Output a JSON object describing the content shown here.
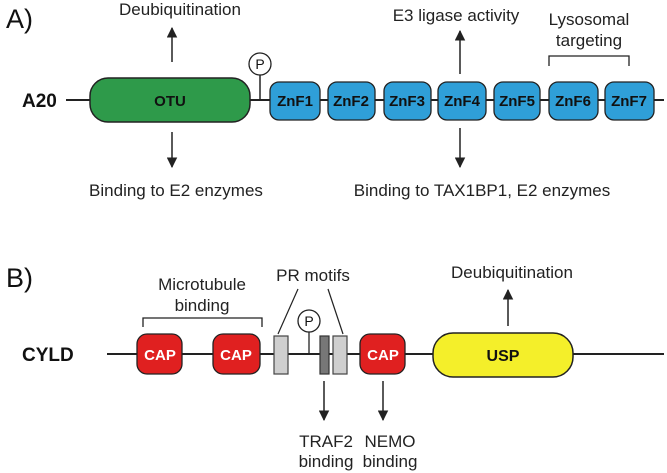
{
  "panel_a": {
    "label": "A)",
    "protein": "A20",
    "domains": {
      "otu": "OTU",
      "znf": [
        "ZnF1",
        "ZnF2",
        "ZnF3",
        "ZnF4",
        "ZnF5",
        "ZnF6",
        "ZnF7"
      ]
    },
    "phospho": "P",
    "annotations": {
      "deubiquitination": "Deubiquitination",
      "e3_ligase": "E3 ligase activity",
      "lysosomal_line1": "Lysosomal",
      "lysosomal_line2": "targeting",
      "binding_e2": "Binding to E2 enzymes",
      "binding_tax": "Binding to TAX1BP1, E2 enzymes"
    }
  },
  "panel_b": {
    "label": "B)",
    "protein": "CYLD",
    "domains": {
      "cap": [
        "CAP",
        "CAP",
        "CAP"
      ],
      "usp": "USP"
    },
    "phospho": "P",
    "annotations": {
      "microtubule_line1": "Microtubule",
      "microtubule_line2": "binding",
      "pr_motifs": "PR motifs",
      "deubiquitination": "Deubiquitination",
      "traf2_line1": "TRAF2",
      "traf2_line2": "binding",
      "nemo_line1": "NEMO",
      "nemo_line2": "binding"
    }
  },
  "colors": {
    "otu": "#2e9a4a",
    "znf": "#2f9fd8",
    "cap": "#e02020",
    "usp": "#f4ef2a",
    "pr_box": "#cfcfcf",
    "pr_box_dark": "#777777",
    "line": "#222222"
  }
}
